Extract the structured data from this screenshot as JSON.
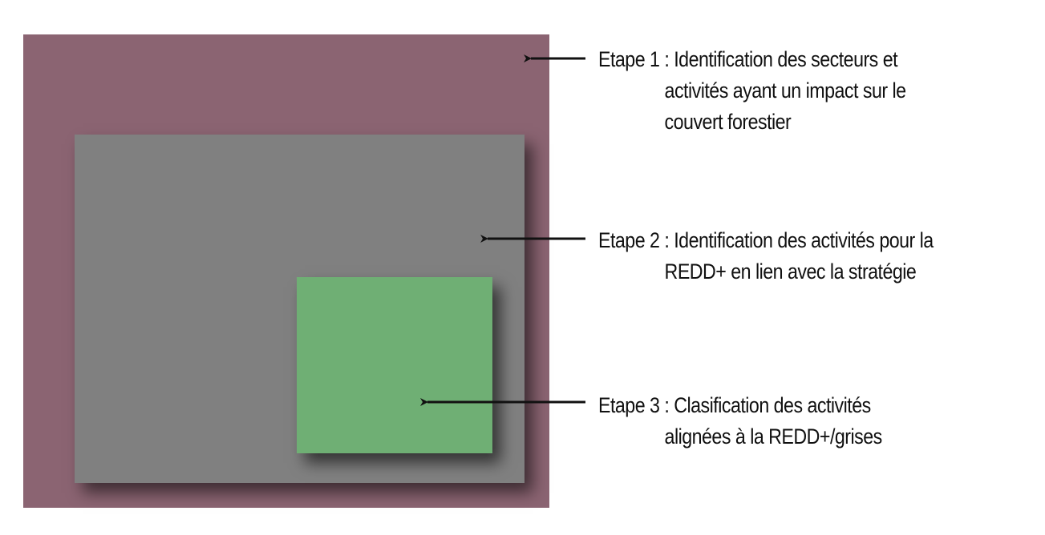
{
  "colors": {
    "outer": "#8b6472",
    "middle": "#808080",
    "inner": "#6faf74",
    "arrow": "#111111"
  },
  "steps": [
    {
      "line1": "Etape 1 : Identification des secteurs et",
      "line2": "activités ayant un impact sur le",
      "line3": "couvert forestier"
    },
    {
      "line1": "Etape 2 : Identification des activités pour la",
      "line2": "REDD+ en lien avec la stratégie"
    },
    {
      "line1": "Etape 3 : Clasification des activités",
      "line2": "alignées à la REDD+/grises"
    }
  ]
}
